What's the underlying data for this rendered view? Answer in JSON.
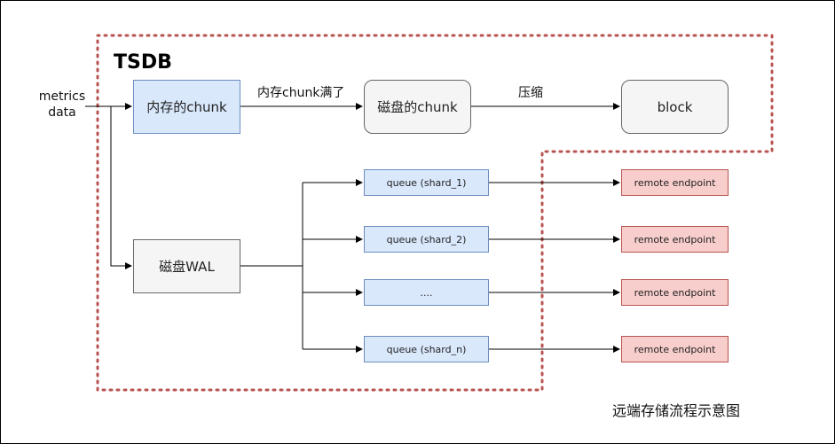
{
  "title": "TSDB",
  "input_label": "metrics\ndata",
  "caption": "远端存储流程示意图",
  "colors": {
    "boundary": "#b85450",
    "blue_fill": "#dae8fc",
    "blue_stroke": "#6c8ebf",
    "gray_fill": "#f5f5f5",
    "red_fill": "#f8cecc",
    "red_stroke": "#b85450"
  },
  "nodes": {
    "mem_chunk": "内存的chunk",
    "disk_chunk": "磁盘的chunk",
    "block": "block",
    "wal": "磁盘WAL",
    "queues": [
      "queue (shard_1)",
      "queue (shard_2)",
      "....",
      "queue (shard_n)"
    ],
    "endpoints": [
      "remote endpoint",
      "remote endpoint",
      "remote endpoint",
      "remote endpoint"
    ]
  },
  "edges": {
    "mem_to_disk": "内存chunk满了",
    "disk_to_block": "压缩"
  }
}
